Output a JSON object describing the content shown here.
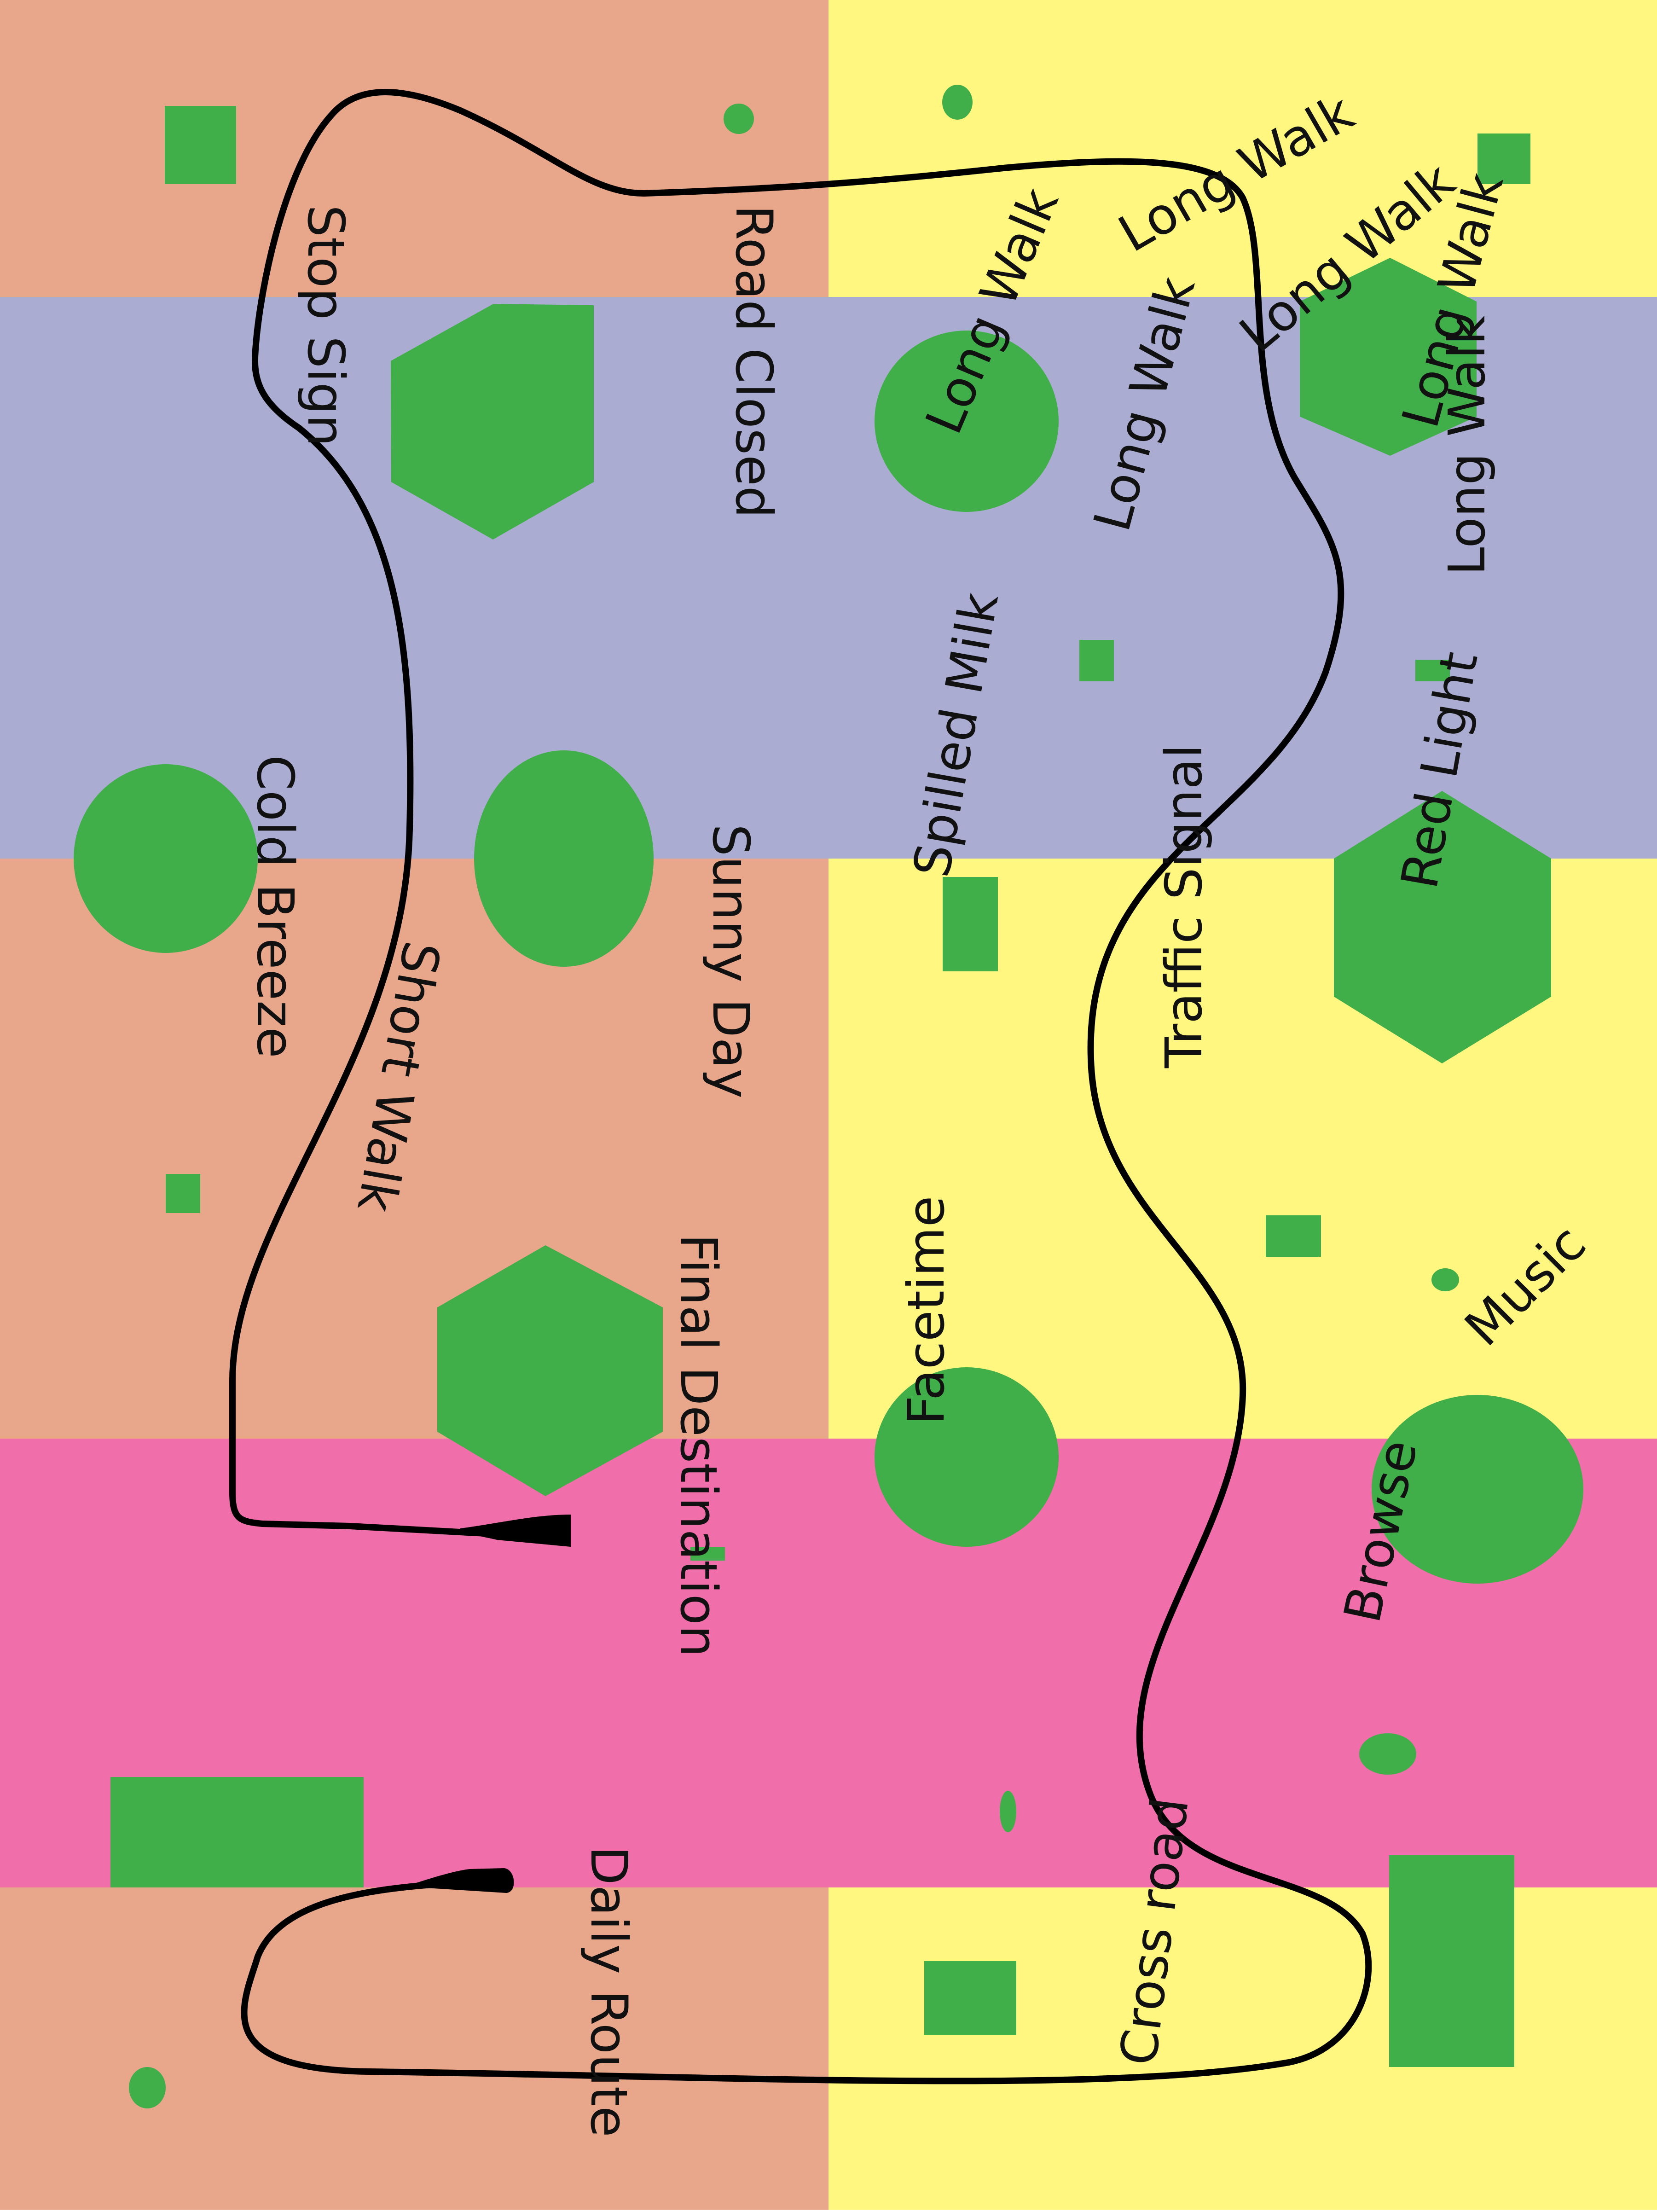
{
  "colors": {
    "salmon": "#e8a68a",
    "yellow": "#fff77f",
    "lavender": "#aaadd1",
    "pink": "#f06eaa",
    "marker": "#40ae49",
    "route": "#000000"
  },
  "labels": {
    "stop_sign": "Stop Sign",
    "road_closed": "Road Closed",
    "long_walk_1": "Long Walk",
    "long_walk_2": "Long Walk",
    "long_walk_3": "Long Walk",
    "long_walk_4": "Long Walk",
    "long_walk_5": "Long Walk",
    "long_walk_6": "Long Walk",
    "cold_breeze": "Cold Breeze",
    "sunny_day": "Sunny Day",
    "spilled_milk": "Spilled Milk",
    "red_light": "Red Light",
    "traffic_signal": "Traffic Signal",
    "short_walk": "Short Walk",
    "final_destination": "Final Destination",
    "facetime": "Facetime",
    "music": "Music",
    "browse": "Browse",
    "daily_route": "Daily Route",
    "cross_road": "Cross road"
  }
}
